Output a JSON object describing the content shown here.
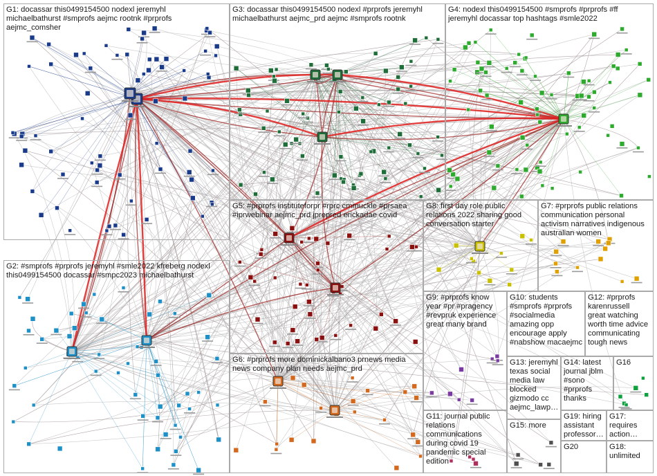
{
  "graph": {
    "groups": [
      {
        "id": "G1",
        "label": "G1: docassar this0499154500 nodexl jeremyhl\nmichaelbathurst #smprofs aejmc rootnk #prprofs\naejmc_comsher",
        "color": "#1a3a8a"
      },
      {
        "id": "G2",
        "label": "G2: #smprofs #prprofs jeremyhl #smle2022 kfreberg nodexl\nthis0499154500 docassar #smpc2023 michaelbathurst",
        "color": "#1e90c8"
      },
      {
        "id": "G3",
        "label": "G3: docassar this0499154500 nodexl #prprofs jeremyhl\nmichaelbathurst aejmc_prd aejmc #smprofs rootnk",
        "color": "#1f6e3a"
      },
      {
        "id": "G4",
        "label": "G4: nodexl this0499154500 #smprofs #prprofs #ff\njeremyhl docassar top hashtags #smle2022",
        "color": "#2eaa2e"
      },
      {
        "id": "G5",
        "label": "G5: #prprofs instituteforpr #rprc cmmuckle #prsaea\n#iprwebinar aejmc_prd jprepred erickadae covid",
        "color": "#8b1010"
      },
      {
        "id": "G6",
        "label": "G6: #prprofs more dominickalbano3 prnews media\nnews company plan needs aejmc_prd",
        "color": "#d2691e"
      },
      {
        "id": "G7",
        "label": "G7: #prprofs public relations\ncommunication personal\nactivism narratives indigenous\naustralian women",
        "color": "#e0a000"
      },
      {
        "id": "G8",
        "label": "G8: first day role public\nrelations 2022 sharing good\nconversation starter",
        "color": "#c8c000"
      },
      {
        "id": "G9",
        "label": "G9: #prprofs know\nyear #pr #pragency\n#revpruk experience\ngreat many brand",
        "color": "#7a3aa0"
      },
      {
        "id": "G10",
        "label": "G10: students\n#smprofs #prprofs\n#socialmedia\namazing opp\nencourage apply\n#nabshow macaejmc",
        "color": "#3a7ad0"
      },
      {
        "id": "G11",
        "label": "G11: journal public\nrelations\ncommunications\nduring covid 19\npandemic special\nedition",
        "color": "#b03060"
      },
      {
        "id": "G12",
        "label": "G12: #prprofs\nkarenrussell\ngreat watching\nworth time advice\ncommunicating\ntough news",
        "color": "#40a0a0"
      },
      {
        "id": "G13",
        "label": "G13: jeremyhl\ntexas social\nmedia law\nblocked\ngizmodo cc\naejmc_lawp…",
        "color": "#606060"
      },
      {
        "id": "G14",
        "label": "G14: latest\njournal jblm\n#sono\n#prprofs\nthanks",
        "color": "#8a5a2a"
      },
      {
        "id": "G15",
        "label": "G15: more",
        "color": "#505050"
      },
      {
        "id": "G16",
        "label": "G16",
        "color": "#10a040"
      },
      {
        "id": "G17",
        "label": "G17:\nrequires\naction…",
        "color": "#808000"
      },
      {
        "id": "G18",
        "label": "G18:\nunlimited",
        "color": "#a00040"
      },
      {
        "id": "G19",
        "label": "G19: hiring\nassistant\nprofessor…",
        "color": "#304080"
      },
      {
        "id": "G20",
        "label": "G20",
        "color": "#208080"
      }
    ]
  }
}
